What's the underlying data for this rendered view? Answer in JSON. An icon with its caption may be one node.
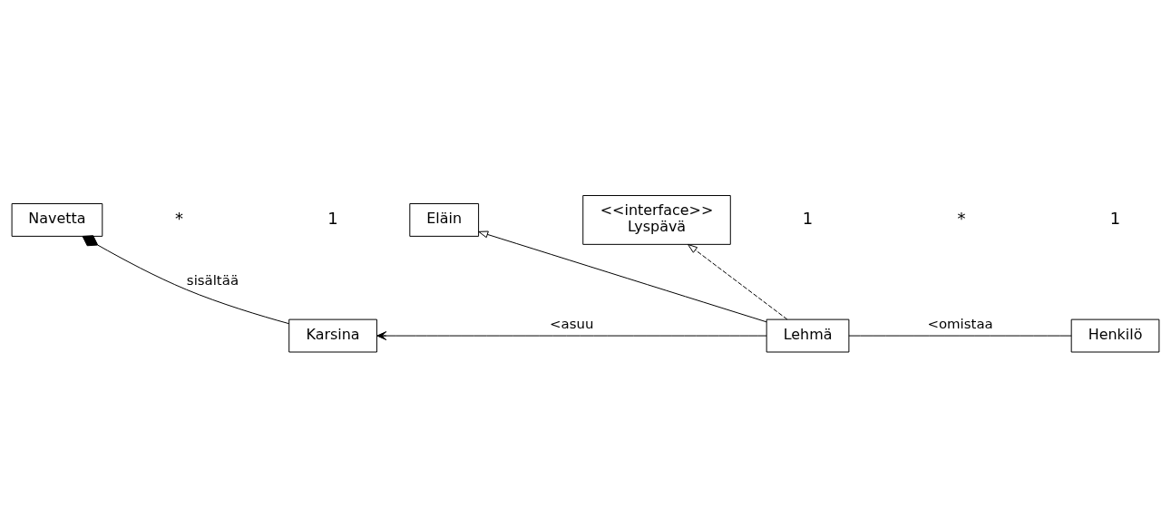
{
  "diagram": {
    "nodes": [
      {
        "text": [
          "Navetta"
        ]
      },
      {
        "text": [
          "Eläin"
        ]
      },
      {
        "text": [
          "<<interface>>",
          "Lyspävä"
        ]
      },
      {
        "text": [
          "Karsina"
        ]
      },
      {
        "text": [
          "Lehmä"
        ]
      },
      {
        "text": [
          "Henkilö"
        ]
      }
    ],
    "edges": [
      {
        "from": 0,
        "to": 3,
        "arrow": "other",
        "label": "sisältää"
      },
      {
        "from": 4,
        "to": 3,
        "arrow": "to",
        "label": "<asuu"
      },
      {
        "from": 4,
        "to": 1,
        "arrow": "to"
      },
      {
        "from": 4,
        "to": 2,
        "arrow": "to",
        "style": "dashed"
      },
      {
        "from": 4,
        "to": 5,
        "arrow": "none",
        "label": "<omistaa"
      }
    ],
    "labels": [
      "*",
      "1",
      "1",
      "*",
      "1"
    ]
  }
}
